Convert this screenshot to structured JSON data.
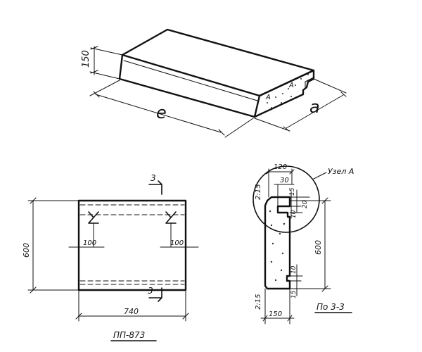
{
  "isometric": {
    "height_label": "150",
    "length_label": "e",
    "width_label": "a",
    "node_marks": [
      "A",
      "A"
    ]
  },
  "plan": {
    "section_marks": [
      "3",
      "3"
    ],
    "height_label": "600",
    "inset_left_label": "100",
    "inset_right_label": "100",
    "width_label": "740",
    "caption": "ПП-873"
  },
  "section": {
    "node_callout": "Узел А",
    "top_width_label": "120",
    "top_offset_label": "30",
    "top_groove_a": "15",
    "top_groove_b": "20",
    "top_groove_c": "10",
    "top_edge_label": "2:15",
    "height_label": "600",
    "bottom_groove_a": "10",
    "bottom_groove_b": "15",
    "bottom_edge_label": "2:15",
    "bottom_width_label": "150",
    "caption": "По 3-3"
  }
}
